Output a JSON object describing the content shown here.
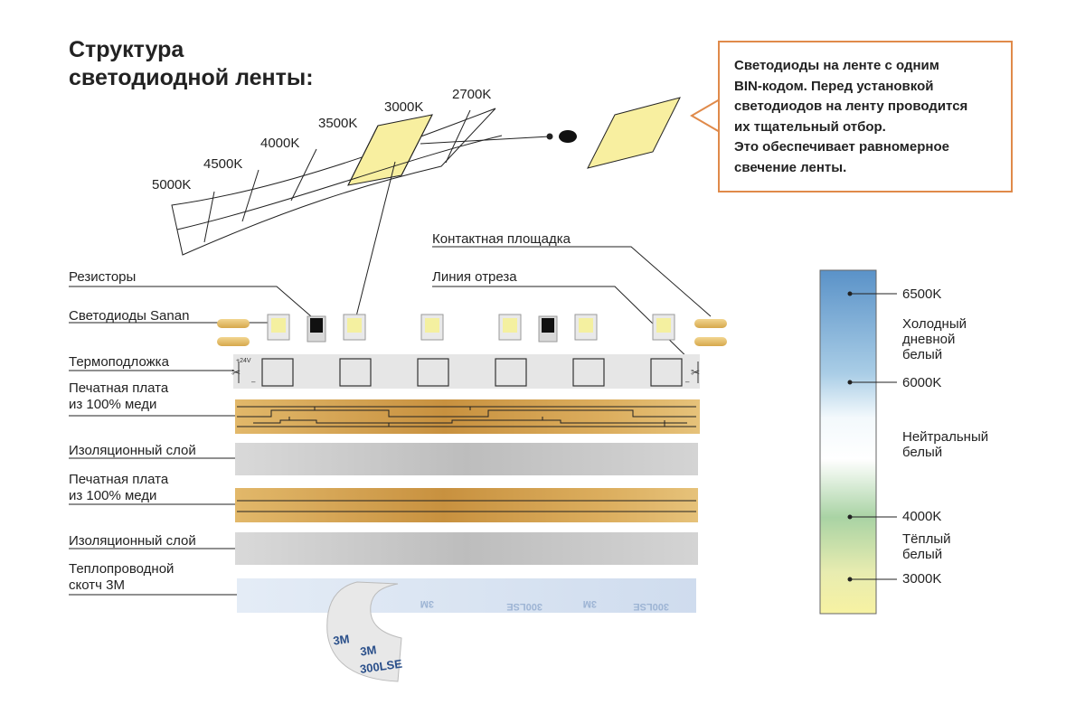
{
  "title": {
    "line1": "Структура",
    "line2": "светодиодной ленты:"
  },
  "note": {
    "lines": [
      "Светодиоды на ленте с одним",
      "BIN-кодом. Перед установкой",
      "светодиодов на ленту проводится",
      "их тщательный отбор.",
      "Это обеспечивает равномерное",
      "свечение ленты."
    ]
  },
  "bins": [
    "5000K",
    "4500K",
    "4000K",
    "3500K",
    "3000K",
    "2700K"
  ],
  "labels": {
    "contact_pad": "Контактная площадка",
    "cut_line": "Линия отреза",
    "resistors": "Резисторы",
    "leds": "Светодиоды Sanan",
    "thermal_base": "Термоподложка",
    "pcb1_line1": "Печатная плата",
    "pcb1_line2": "из 100% меди",
    "insulation1": "Изоляционный слой",
    "pcb2_line1": "Печатная плата",
    "pcb2_line2": "из 100% меди",
    "insulation2": "Изоляционный слой",
    "tape_line1": "Теплопроводной",
    "tape_line2": "скотч 3М"
  },
  "strip_markings": {
    "voltage": "+24V",
    "minus": "–",
    "tape_brand": "3M",
    "tape_code": "300LSE"
  },
  "scale": {
    "k6500": "6500K",
    "cold_line1": "Холодный",
    "cold_line2": "дневной",
    "cold_line3": "белый",
    "k6000": "6000K",
    "neutral_line1": "Нейтральный",
    "neutral_line2": "белый",
    "k4000": "4000K",
    "warm_line1": "Тёплый",
    "warm_line2": "белый",
    "k3000": "3000K"
  },
  "colors": {
    "note_border": "#e08a4a",
    "bin_highlight": "#f8efa0",
    "copper": "#d9a85a",
    "led_yellow": "#f4f0a0",
    "scale_top": "#5a92c8",
    "scale_bottom": "#f6f0a0"
  }
}
